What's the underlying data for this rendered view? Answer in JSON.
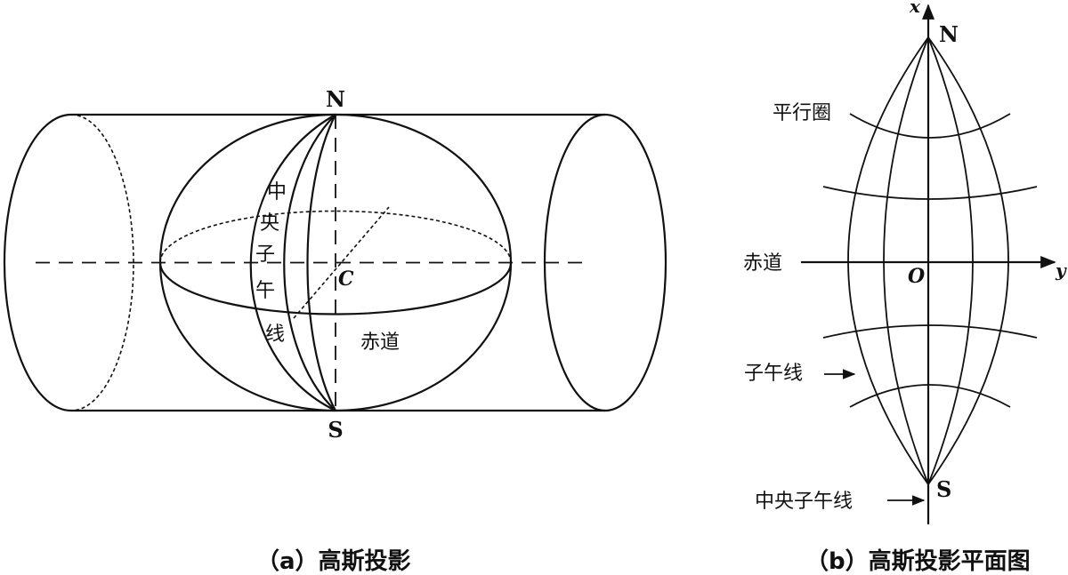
{
  "figure_a": {
    "caption": "（a）高斯投影",
    "north": "N",
    "south": "S",
    "center": "C",
    "central_meridian_chars": [
      "中",
      "央",
      "子",
      "午",
      "线"
    ],
    "equator": "赤道"
  },
  "figure_b": {
    "caption": "（b）高斯投影平面图",
    "north": "N",
    "south": "S",
    "origin": "O",
    "x_axis": "x",
    "y_axis": "y",
    "parallel_label": "平行圈",
    "equator_label": "赤道",
    "meridian_label": "子午线",
    "central_meridian_label": "中央子午线"
  }
}
